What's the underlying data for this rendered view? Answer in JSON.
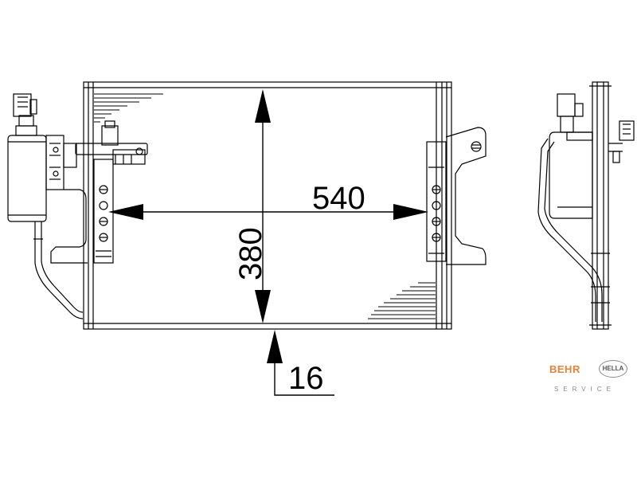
{
  "dimensions": {
    "width": "540",
    "height": "380",
    "depth": "16"
  },
  "brand": {
    "behr": "BEHR",
    "hella": "HELLA",
    "service": "SERVICE",
    "behr_color": "#e8823a",
    "hella_color": "#777777"
  },
  "line_color": "#000000"
}
